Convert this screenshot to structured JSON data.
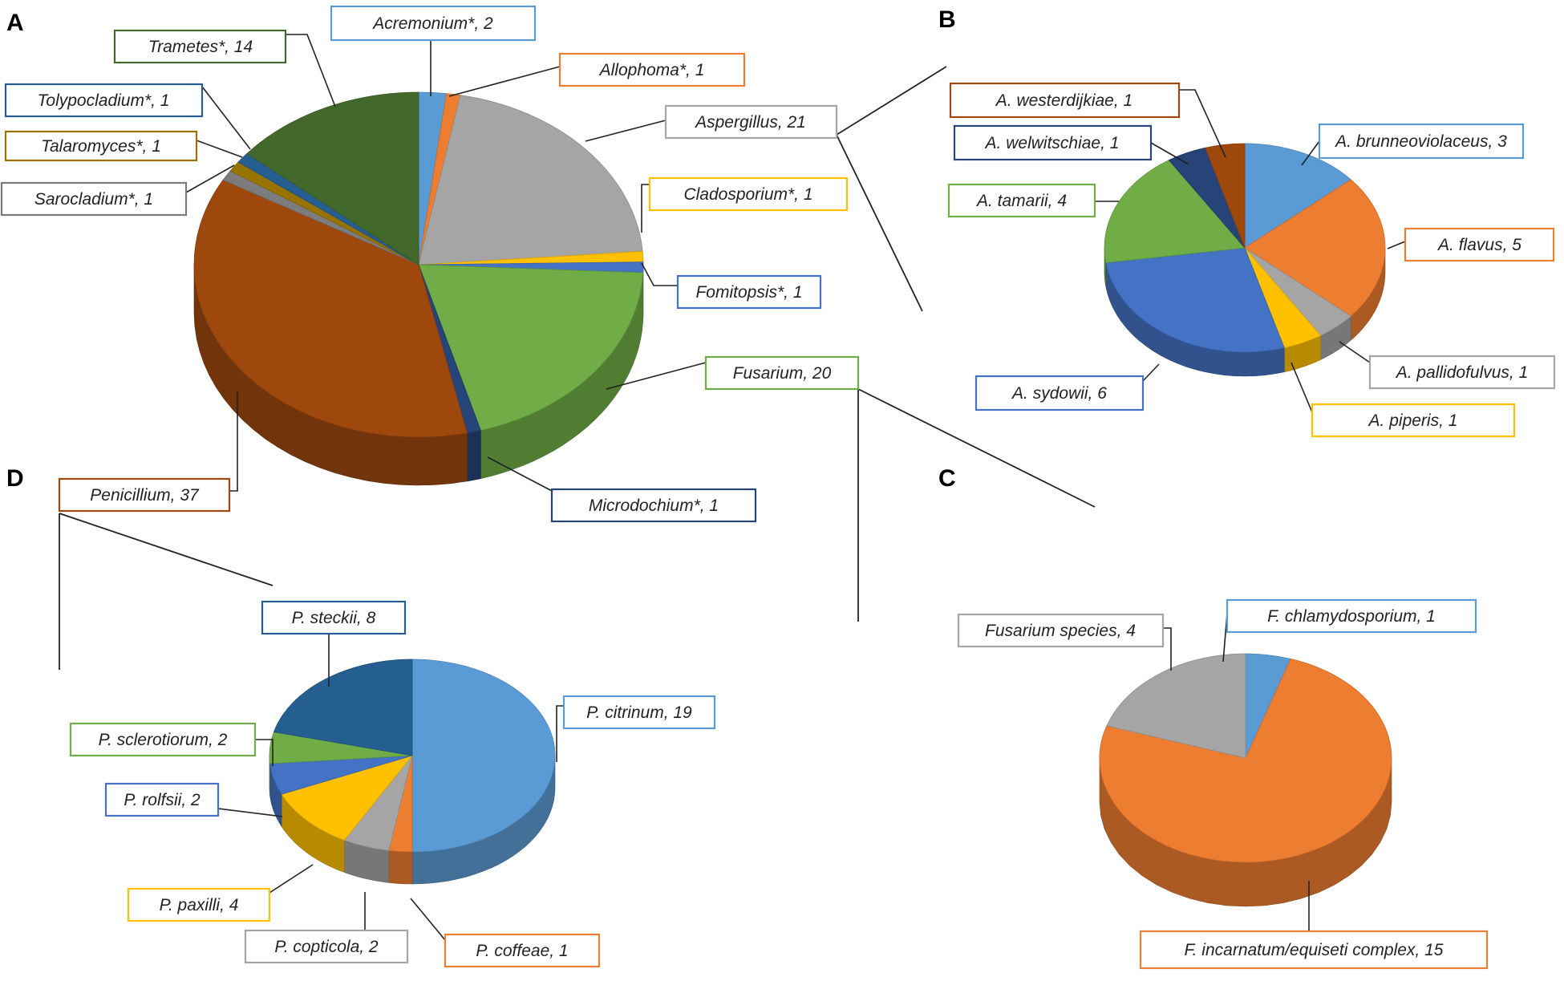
{
  "chart_data": [
    {
      "type": "pie",
      "panel": "A",
      "slices": [
        {
          "label": "Acremonium*",
          "value": 2,
          "color": "#5b9bd5"
        },
        {
          "label": "Allophoma*",
          "value": 1,
          "color": "#ed7d31"
        },
        {
          "label": "Aspergillus",
          "value": 21,
          "color": "#a5a5a5"
        },
        {
          "label": "Cladosporium*",
          "value": 1,
          "color": "#ffc000"
        },
        {
          "label": "Fomitopsis*",
          "value": 1,
          "color": "#4472c4"
        },
        {
          "label": "Fusarium",
          "value": 20,
          "color": "#70ad47"
        },
        {
          "label": "Microdochium*",
          "value": 1,
          "color": "#264478"
        },
        {
          "label": "Penicillium",
          "value": 37,
          "color": "#9e480e"
        },
        {
          "label": "Sarocladium*",
          "value": 1,
          "color": "#7c7c7c"
        },
        {
          "label": "Talaromyces*",
          "value": 1,
          "color": "#997300"
        },
        {
          "label": "Tolypocladium*",
          "value": 1,
          "color": "#255e91"
        },
        {
          "label": "Trametes*",
          "value": 14,
          "color": "#43682b"
        }
      ]
    },
    {
      "type": "pie",
      "panel": "B",
      "slices": [
        {
          "label": "A. brunneoviolaceus",
          "value": 3,
          "color": "#5b9bd5"
        },
        {
          "label": "A. flavus",
          "value": 5,
          "color": "#ed7d31"
        },
        {
          "label": "A. pallidofulvus",
          "value": 1,
          "color": "#a5a5a5"
        },
        {
          "label": "A. piperis",
          "value": 1,
          "color": "#ffc000"
        },
        {
          "label": "A. sydowii",
          "value": 6,
          "color": "#4472c4"
        },
        {
          "label": "A. tamarii",
          "value": 4,
          "color": "#70ad47"
        },
        {
          "label": "A. welwitschiae",
          "value": 1,
          "color": "#264478"
        },
        {
          "label": "A. westerdijkiae",
          "value": 1,
          "color": "#9e480e"
        }
      ]
    },
    {
      "type": "pie",
      "panel": "C",
      "slices": [
        {
          "label": "F. chlamydosporium",
          "value": 1,
          "color": "#5b9bd5"
        },
        {
          "label": "F. incarnatum/equiseti complex",
          "value": 15,
          "color": "#ed7d31"
        },
        {
          "label": "Fusarium species",
          "value": 4,
          "color": "#a5a5a5"
        }
      ]
    },
    {
      "type": "pie",
      "panel": "D",
      "slices": [
        {
          "label": "P. citrinum",
          "value": 19,
          "color": "#5b9bd5"
        },
        {
          "label": "P. coffeae",
          "value": 1,
          "color": "#ed7d31"
        },
        {
          "label": "P. copticola",
          "value": 2,
          "color": "#a5a5a5"
        },
        {
          "label": "P. paxilli",
          "value": 4,
          "color": "#ffc000"
        },
        {
          "label": "P. rolfsii",
          "value": 2,
          "color": "#4472c4"
        },
        {
          "label": "P. sclerotiorum",
          "value": 2,
          "color": "#70ad47"
        },
        {
          "label": "P. steckii",
          "value": 8,
          "color": "#255e91"
        }
      ]
    }
  ]
}
